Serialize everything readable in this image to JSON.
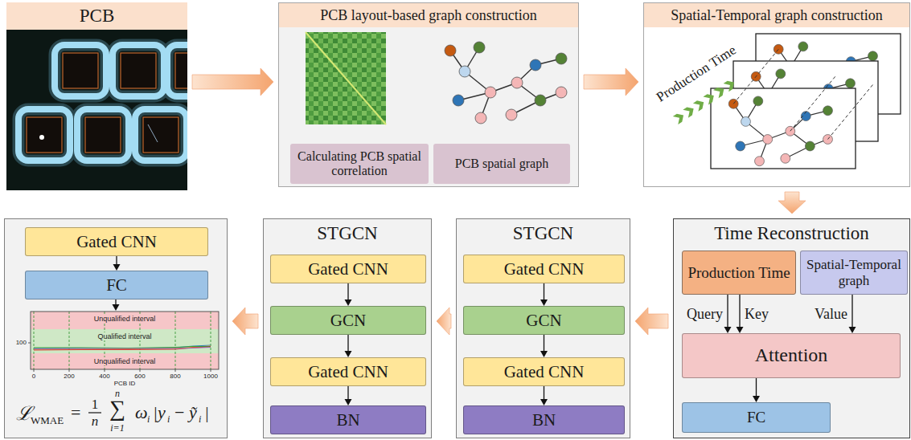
{
  "diagram": {
    "nodes": [
      {
        "text": [
          "PCB"
        ]
      },
      {
        "text": [
          "PCB layout-based graph construction"
        ]
      },
      {
        "text": [
          "Calculating PCB spatial correlation"
        ],
        "in": 1
      },
      {
        "text": [
          "PCB spatial graph"
        ],
        "in": 1
      },
      {
        "text": [
          "Spatial-Temporal graph construction"
        ]
      },
      {
        "text": [
          "Time Reconstruction"
        ]
      },
      {
        "text": [
          "Production Time"
        ],
        "in": 5
      },
      {
        "text": [
          "Spatial-Temporal graph"
        ],
        "in": 5
      },
      {
        "text": [
          "Attention"
        ],
        "in": 5
      },
      {
        "text": [
          "FC"
        ],
        "in": 5
      },
      {
        "text": [
          "STGCN"
        ]
      },
      {
        "text": [
          "Gated CNN"
        ],
        "in": 10
      },
      {
        "text": [
          "GCN"
        ],
        "in": 10
      },
      {
        "text": [
          "Gated CNN"
        ],
        "in": 10
      },
      {
        "text": [
          "BN"
        ],
        "in": 10
      },
      {
        "text": [
          "STGCN"
        ]
      },
      {
        "text": [
          "Gated CNN"
        ],
        "in": 15
      },
      {
        "text": [
          "GCN"
        ],
        "in": 15
      },
      {
        "text": [
          "Gated CNN"
        ],
        "in": 15
      },
      {
        "text": [
          "BN"
        ],
        "in": 15
      },
      {
        "text": []
      },
      {
        "text": [
          "Gated CNN"
        ],
        "in": 20
      },
      {
        "text": [
          "FC"
        ],
        "in": 20
      }
    ],
    "edges": [
      {
        "from": 0,
        "to": 1,
        "arrow": "to"
      },
      {
        "from": 1,
        "to": 4,
        "arrow": "to"
      },
      {
        "from": 4,
        "to": 5,
        "arrow": "to"
      },
      {
        "from": 6,
        "to": 8,
        "label": "Query",
        "arrow": "to"
      },
      {
        "from": 6,
        "to": 8,
        "label": "Key",
        "arrow": "to"
      },
      {
        "from": 7,
        "to": 8,
        "label": "Value",
        "arrow": "to"
      },
      {
        "from": 8,
        "to": 9,
        "arrow": "to"
      },
      {
        "from": 5,
        "to": 10,
        "arrow": "to"
      },
      {
        "from": 11,
        "to": 12,
        "arrow": "to"
      },
      {
        "from": 12,
        "to": 13,
        "arrow": "to"
      },
      {
        "from": 13,
        "to": 14,
        "arrow": "to"
      },
      {
        "from": 10,
        "to": 15,
        "arrow": "to"
      },
      {
        "from": 16,
        "to": 17,
        "arrow": "to"
      },
      {
        "from": 17,
        "to": 18,
        "arrow": "to"
      },
      {
        "from": 18,
        "to": 19,
        "arrow": "to"
      },
      {
        "from": 15,
        "to": 20,
        "arrow": "to"
      },
      {
        "from": 21,
        "to": 22,
        "arrow": "to"
      }
    ],
    "labels": [
      "Production Time",
      "Unqualified interval",
      "Qualified interval",
      "Unqualified interval",
      "100",
      "0",
      "200",
      "400",
      "600",
      "800",
      "1000",
      "PCB ID",
      "ℒ",
      "WMAE",
      "=",
      "1",
      "n",
      "n",
      "∑",
      "i=1",
      "ω",
      "i",
      "|y",
      "i",
      "−",
      "ỹ",
      "i",
      "|"
    ]
  }
}
